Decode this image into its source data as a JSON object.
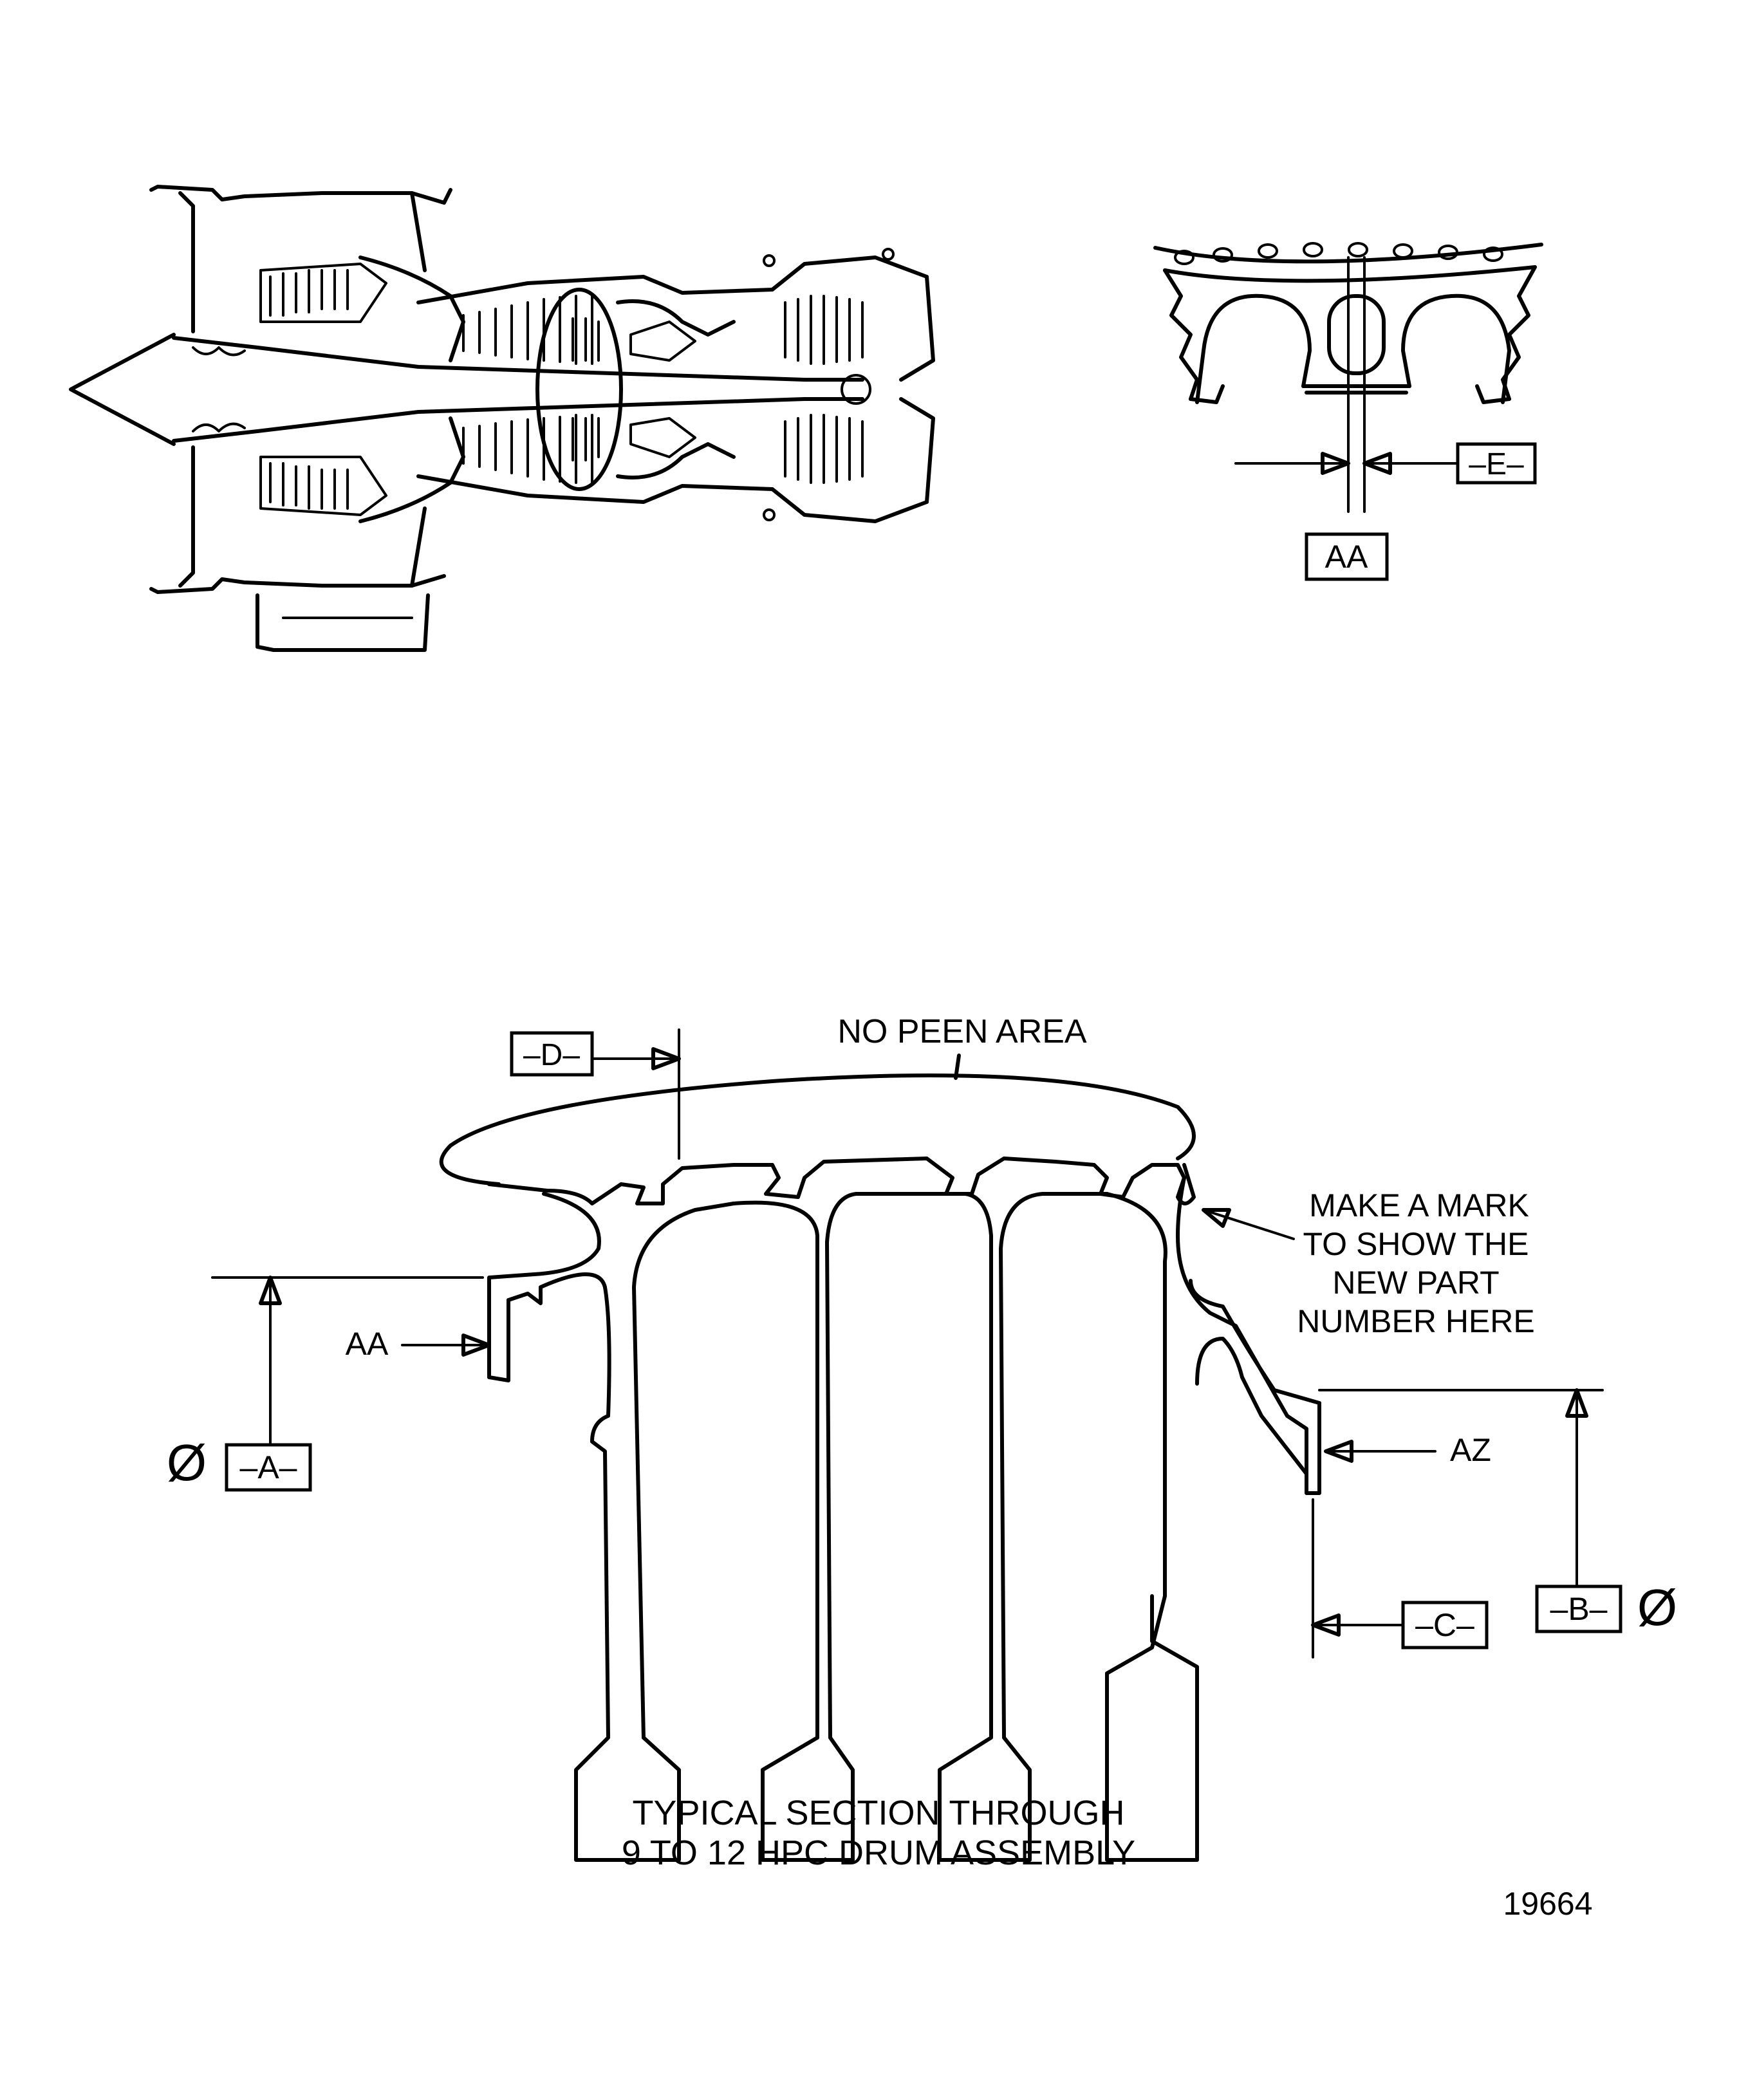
{
  "labels": {
    "datum_e": "–E–",
    "detail_aa": "AA",
    "no_peen_area": "NO PEEN AREA",
    "datum_d": "–D–",
    "mark_line1": "MAKE A MARK",
    "mark_line2": "TO SHOW THE",
    "mark_line3": "NEW PART",
    "mark_line4": "NUMBER HERE",
    "surface_aa": "AA",
    "surface_az": "AZ",
    "diameter_a_symbol": "Ø",
    "datum_a": "–A–",
    "datum_b": "–B–",
    "diameter_b_symbol": "Ø",
    "datum_c": "–C–",
    "caption_line1": "TYPICAL SECTION THROUGH",
    "caption_line2": "9 TO 12 HPC DRUM ASSEMBLY",
    "figure_number": "19664"
  }
}
